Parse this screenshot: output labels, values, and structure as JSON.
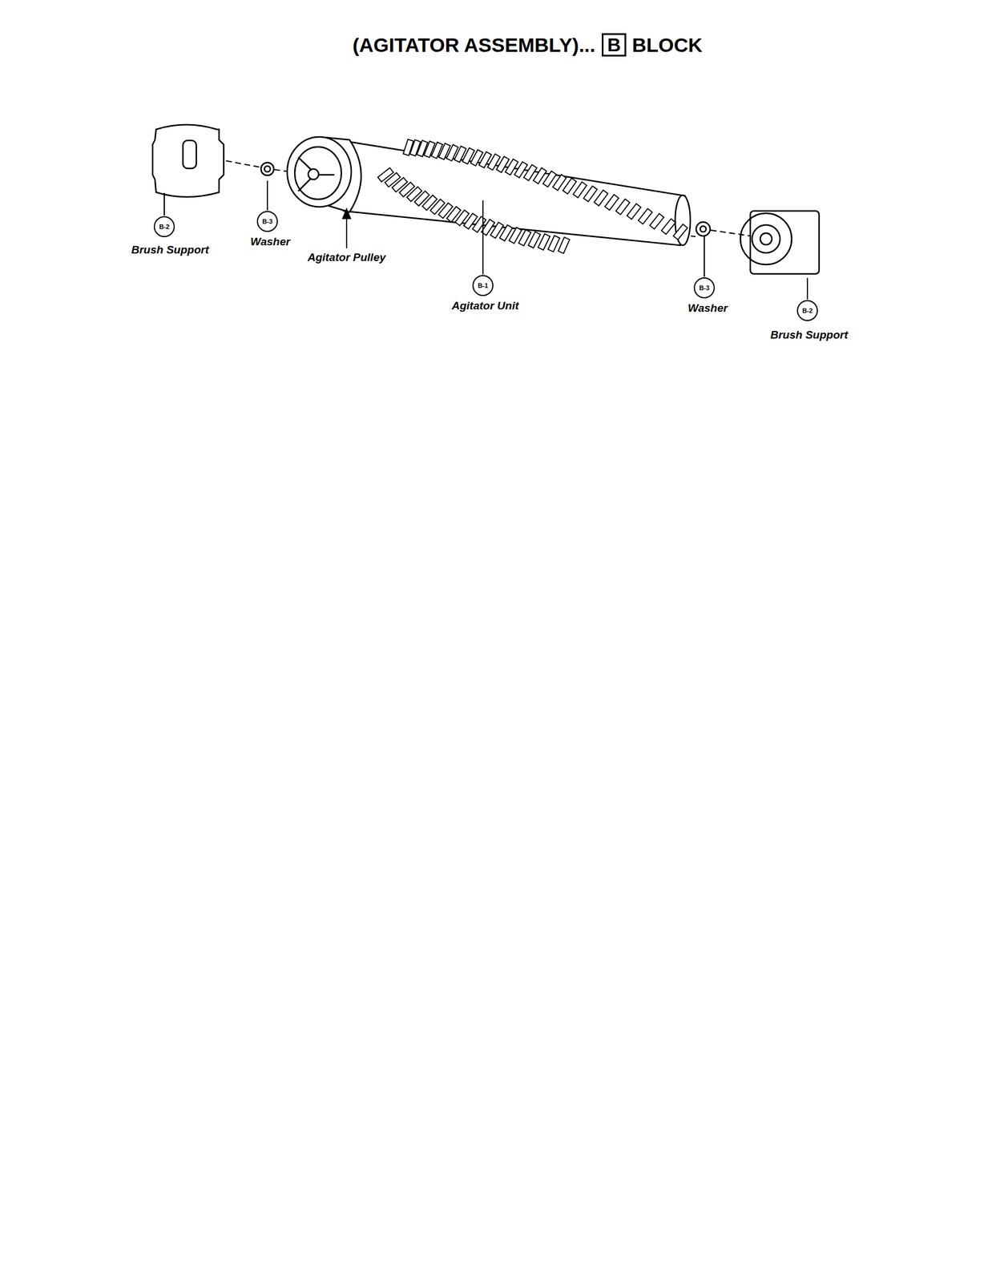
{
  "diagram": {
    "title": "(AGITATOR ASSEMBLY)...",
    "nodes": [
      {
        "text": [
          "B"
        ]
      },
      {
        "text": [
          "B-2"
        ]
      },
      {
        "text": [
          "B-3"
        ]
      },
      {
        "text": [
          "B-1"
        ]
      },
      {
        "text": [
          "B-3"
        ]
      },
      {
        "text": [
          "B-2"
        ]
      }
    ],
    "labels": [
      "BLOCK",
      "Brush Support",
      "Washer",
      "Agitator Pulley",
      "Agitator Unit",
      "Washer",
      "Brush Support"
    ]
  }
}
